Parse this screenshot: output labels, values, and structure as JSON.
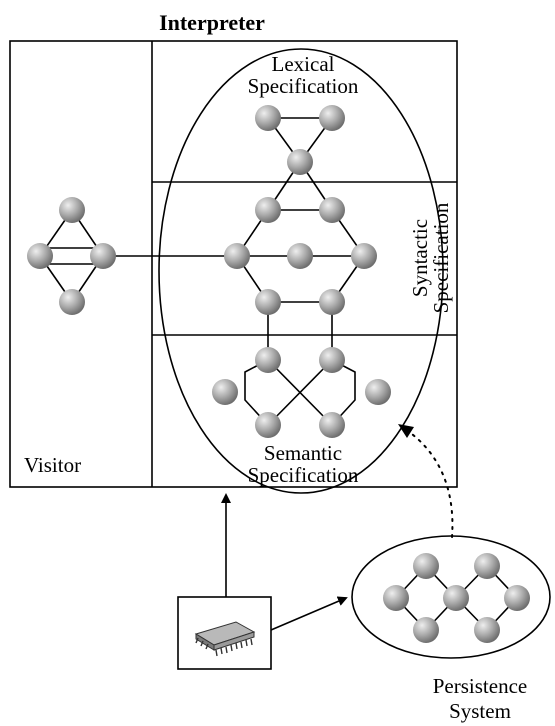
{
  "diagram": {
    "title": "Interpreter",
    "visitor_label": "Visitor",
    "lexical": {
      "line1": "Lexical",
      "line2": "Specification"
    },
    "syntactic": {
      "line1": "Syntactic",
      "line2": "Specification"
    },
    "semantic": {
      "line1": "Semantic",
      "line2": "Specification"
    },
    "persistence": {
      "line1": "Persistence",
      "line2": "System"
    },
    "icons": {
      "chip": "microchip-icon"
    },
    "colors": {
      "node": "#8a8a8a",
      "node_highlight": "#e6e6e6",
      "line": "#000000"
    }
  }
}
